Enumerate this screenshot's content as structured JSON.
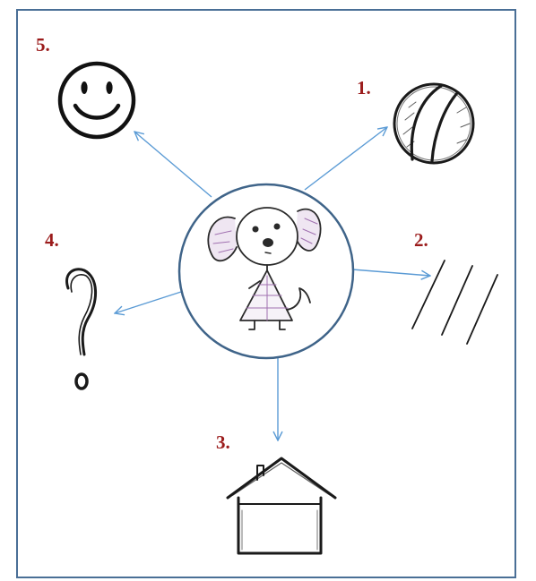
{
  "labels": {
    "item1": "1.",
    "item2": "2.",
    "item3": "3.",
    "item4": "4.",
    "item5": "5."
  },
  "colors": {
    "frame_border": "#4a6f96",
    "arrow": "#5b9bd5",
    "center_circle_border": "#3f6489",
    "label_text": "#9b1c1c",
    "sketch": "#1a1a1a",
    "puppy_accent": "#a070b0"
  },
  "icons": {
    "center": "puppy-drawing",
    "item1": "ball-icon",
    "item2": "rain-lines-icon",
    "item3": "house-icon",
    "item4": "question-mark-icon",
    "item5": "smiley-face-icon"
  }
}
